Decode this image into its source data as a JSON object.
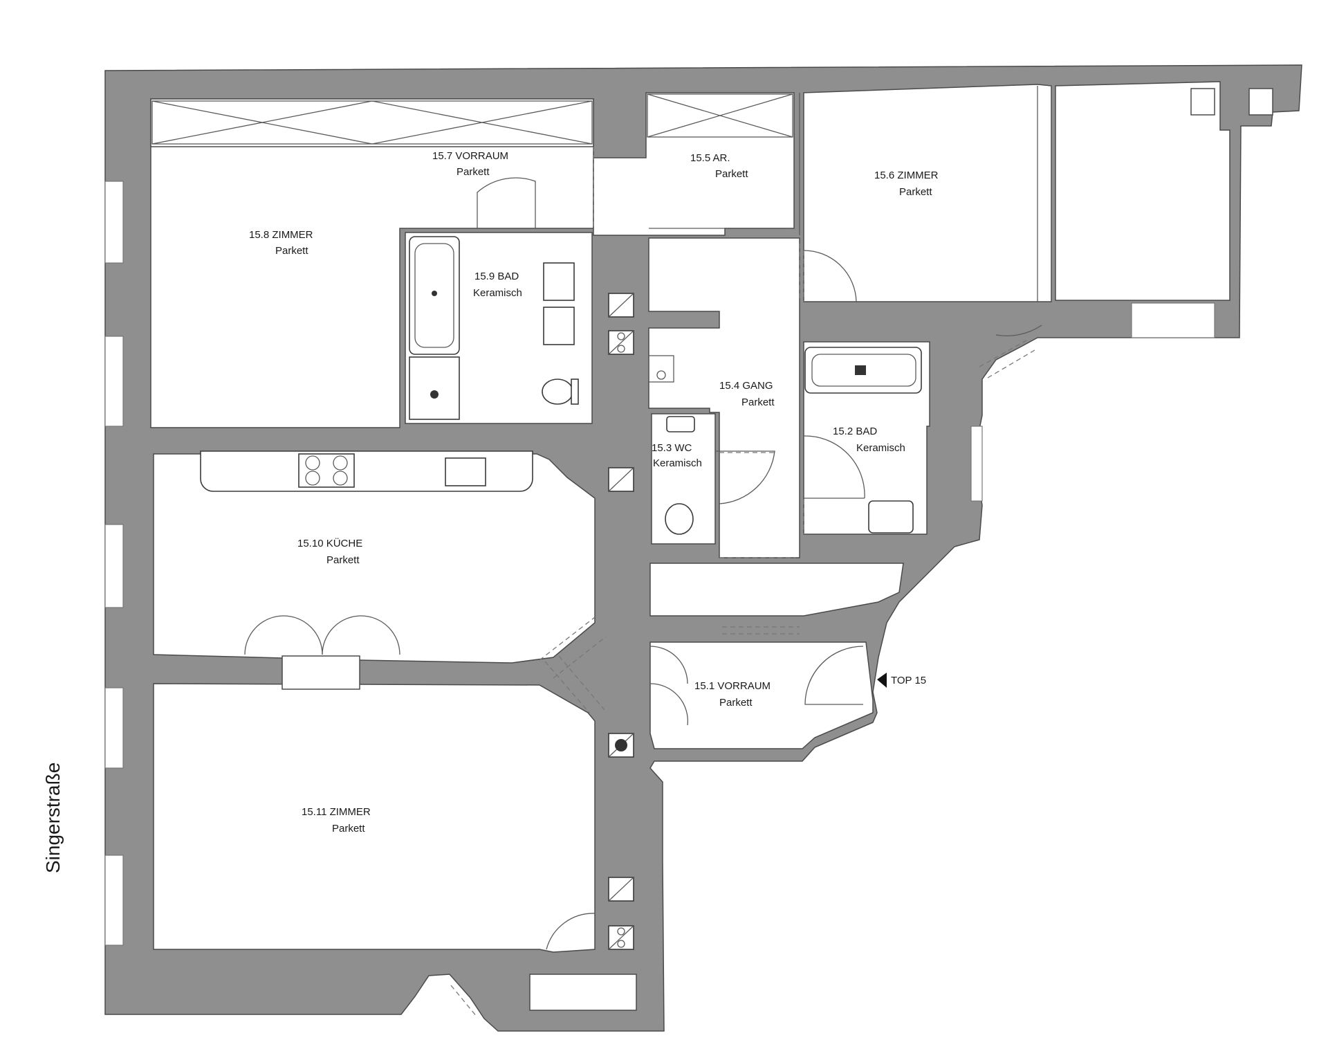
{
  "plan": {
    "street": "Singerstraße",
    "entrance_label": "TOP 15",
    "rooms": [
      {
        "id": "15.1",
        "name": "15.1 VORRAUM",
        "floor": "Parkett"
      },
      {
        "id": "15.2",
        "name": "15.2 BAD",
        "floor": "Keramisch"
      },
      {
        "id": "15.3",
        "name": "15.3 WC",
        "floor": "Keramisch"
      },
      {
        "id": "15.4",
        "name": "15.4 GANG",
        "floor": "Parkett"
      },
      {
        "id": "15.5",
        "name": "15.5 AR.",
        "floor": "Parkett"
      },
      {
        "id": "15.6",
        "name": "15.6  ZIMMER",
        "floor": "Parkett"
      },
      {
        "id": "15.7",
        "name": "15.7 VORRAUM",
        "floor": "Parkett"
      },
      {
        "id": "15.8",
        "name": "15.8 ZIMMER",
        "floor": "Parkett"
      },
      {
        "id": "15.9",
        "name": "15.9 BAD",
        "floor": "Keramisch"
      },
      {
        "id": "15.10",
        "name": "15.10 KÜCHE",
        "floor": "Parkett"
      },
      {
        "id": "15.11",
        "name": "15.11 ZIMMER",
        "floor": "Parkett"
      }
    ],
    "colors": {
      "wall": "#8f8f8f",
      "line": "#4a4a4a",
      "background": "#ffffff"
    }
  }
}
